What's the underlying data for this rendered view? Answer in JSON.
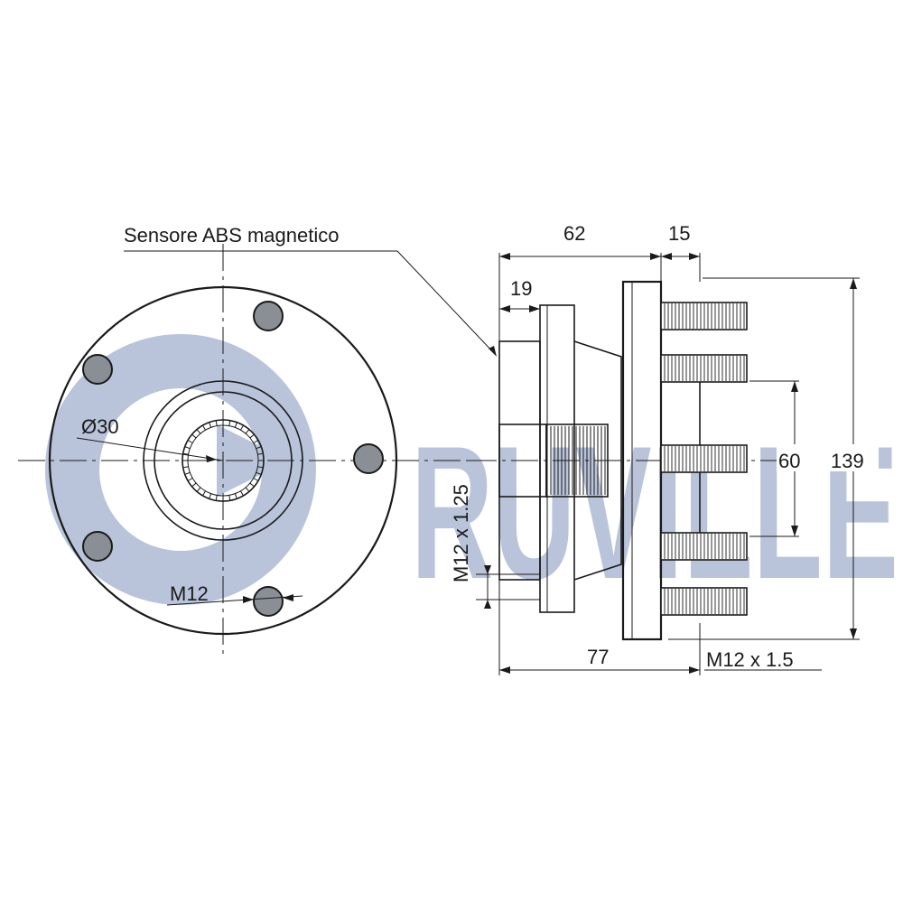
{
  "diagram": {
    "logo_text": "RUVILLE",
    "logo_color": "#b9c4db",
    "line_color": "#1a1a1a",
    "hole_color": "#8a8f96",
    "labels": {
      "abs_sensor": "Sensore ABS magnetico",
      "bore_diameter": "Ø30",
      "front_thread": "M12",
      "side_thread": "M12 x 1.25",
      "stud_thread": "M12 x 1.5",
      "dim_62": "62",
      "dim_15": "15",
      "dim_19": "19",
      "dim_60": "60",
      "dim_139": "139",
      "dim_77": "77"
    }
  }
}
